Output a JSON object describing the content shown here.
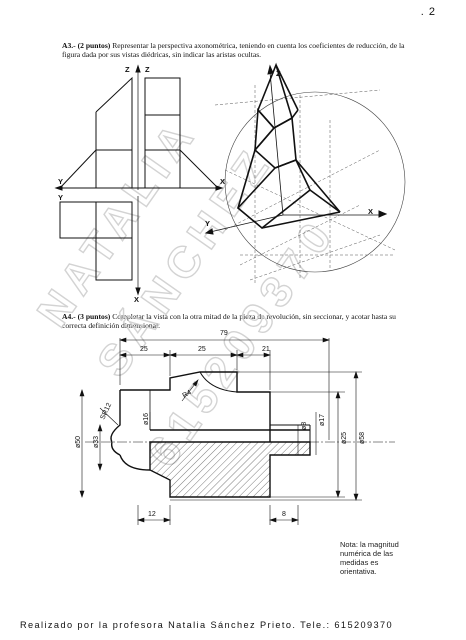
{
  "page_number": ". 2",
  "a3": {
    "heading": "A3.- (2 puntos)",
    "text": "Representar la perspectiva axonométrica, teniendo en cuenta los coeficientes de reducción, de la figura dada por sus vistas diédricas, sin indicar las aristas ocultas."
  },
  "a4": {
    "heading": "A4.- (3 puntos)",
    "text": "Completar la vista con la otra mitad de la pieza de revolución, sin seccionar, y acotar hasta su correcta definición dimensional."
  },
  "axes": {
    "z": "Z",
    "y": "Y",
    "x": "X"
  },
  "dimensions": {
    "overall_length": "79",
    "seg_left": "25",
    "seg_mid": "25",
    "seg_right": "21",
    "radius": "R4",
    "sphere": "SR12",
    "d16": "ø16",
    "d50": "ø50",
    "d33": "ø33",
    "d8": "ø8",
    "d17": "ø17",
    "d25": "ø25",
    "d58": "ø58",
    "bottom_left": "12",
    "bottom_right": "8"
  },
  "watermark": {
    "line1": "NATALIA",
    "line2": "SÁNCHEZ",
    "line3": "615209370"
  },
  "note": "Nota: la magnitud numérica de las medidas es orientativa.",
  "footer": "Realizado por la profesora Natalia Sánchez Prieto. Tele.: 615209370"
}
